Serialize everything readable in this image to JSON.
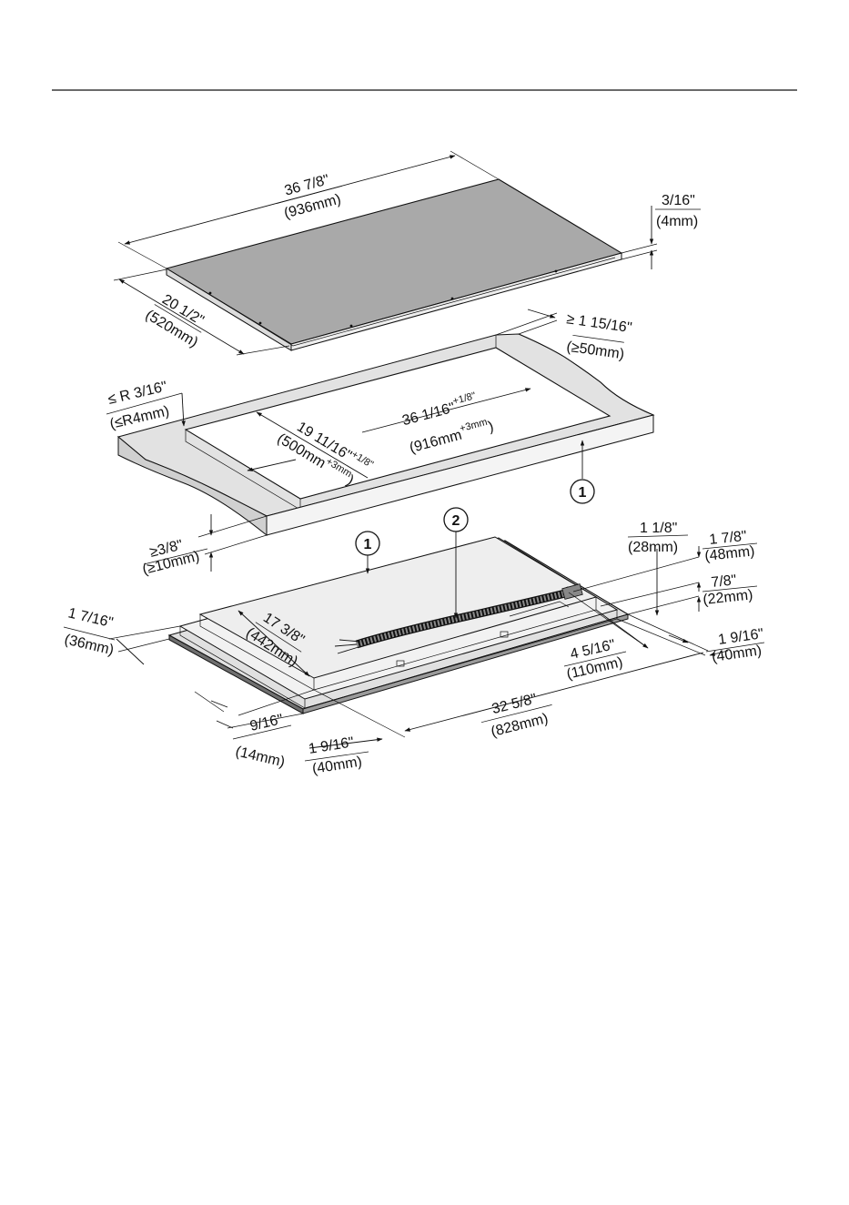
{
  "cooktop": {
    "width": [
      "36 7/8\"",
      "(936mm)"
    ],
    "depth": [
      "20 1/2\"",
      "(520mm)"
    ],
    "thickness": [
      "3/16\"",
      "(4mm)"
    ]
  },
  "cutout": {
    "clearance": [
      "≥ 1 15/16\"",
      "(≥50mm)"
    ],
    "radius": [
      "≤ R 3/16\"",
      "(≤R4mm)"
    ],
    "width_in": "36 1/16\"",
    "width_in_tol": "+1/8\"",
    "width_mm": "(916mm",
    "width_mm_tol": "+3mm",
    "width_mm_close": ")",
    "depth_in": "19 11/16\"",
    "depth_in_tol": "+1/8\"",
    "depth_mm": "(500mm",
    "depth_mm_tol": "+3mm",
    "depth_mm_close": ")",
    "worktop_thickness": [
      "≥3/8\"",
      "(≥10mm)"
    ]
  },
  "base": {
    "height_a": [
      "1 1/8\"",
      "(28mm)"
    ],
    "height_b": [
      "1 7/8\"",
      "(48mm)"
    ],
    "height_c": [
      "7/8\"",
      "(22mm)"
    ],
    "side_offset": [
      "1 7/16\"",
      "(36mm)"
    ],
    "inner_depth": [
      "17 3/8\"",
      "(442mm)"
    ],
    "cable_offset": [
      "4 5/16\"",
      "(110mm)"
    ],
    "right_offset": [
      "1 9/16\"",
      "(40mm)"
    ],
    "inner_width": [
      "32 5/8\"",
      "(828mm)"
    ],
    "front_offset": [
      "9/16\"",
      "(14mm)"
    ],
    "left_offset": [
      "1 9/16\"",
      "(40mm)"
    ]
  },
  "callouts": {
    "worktop": "1",
    "appliance": "1",
    "cable": "2"
  }
}
